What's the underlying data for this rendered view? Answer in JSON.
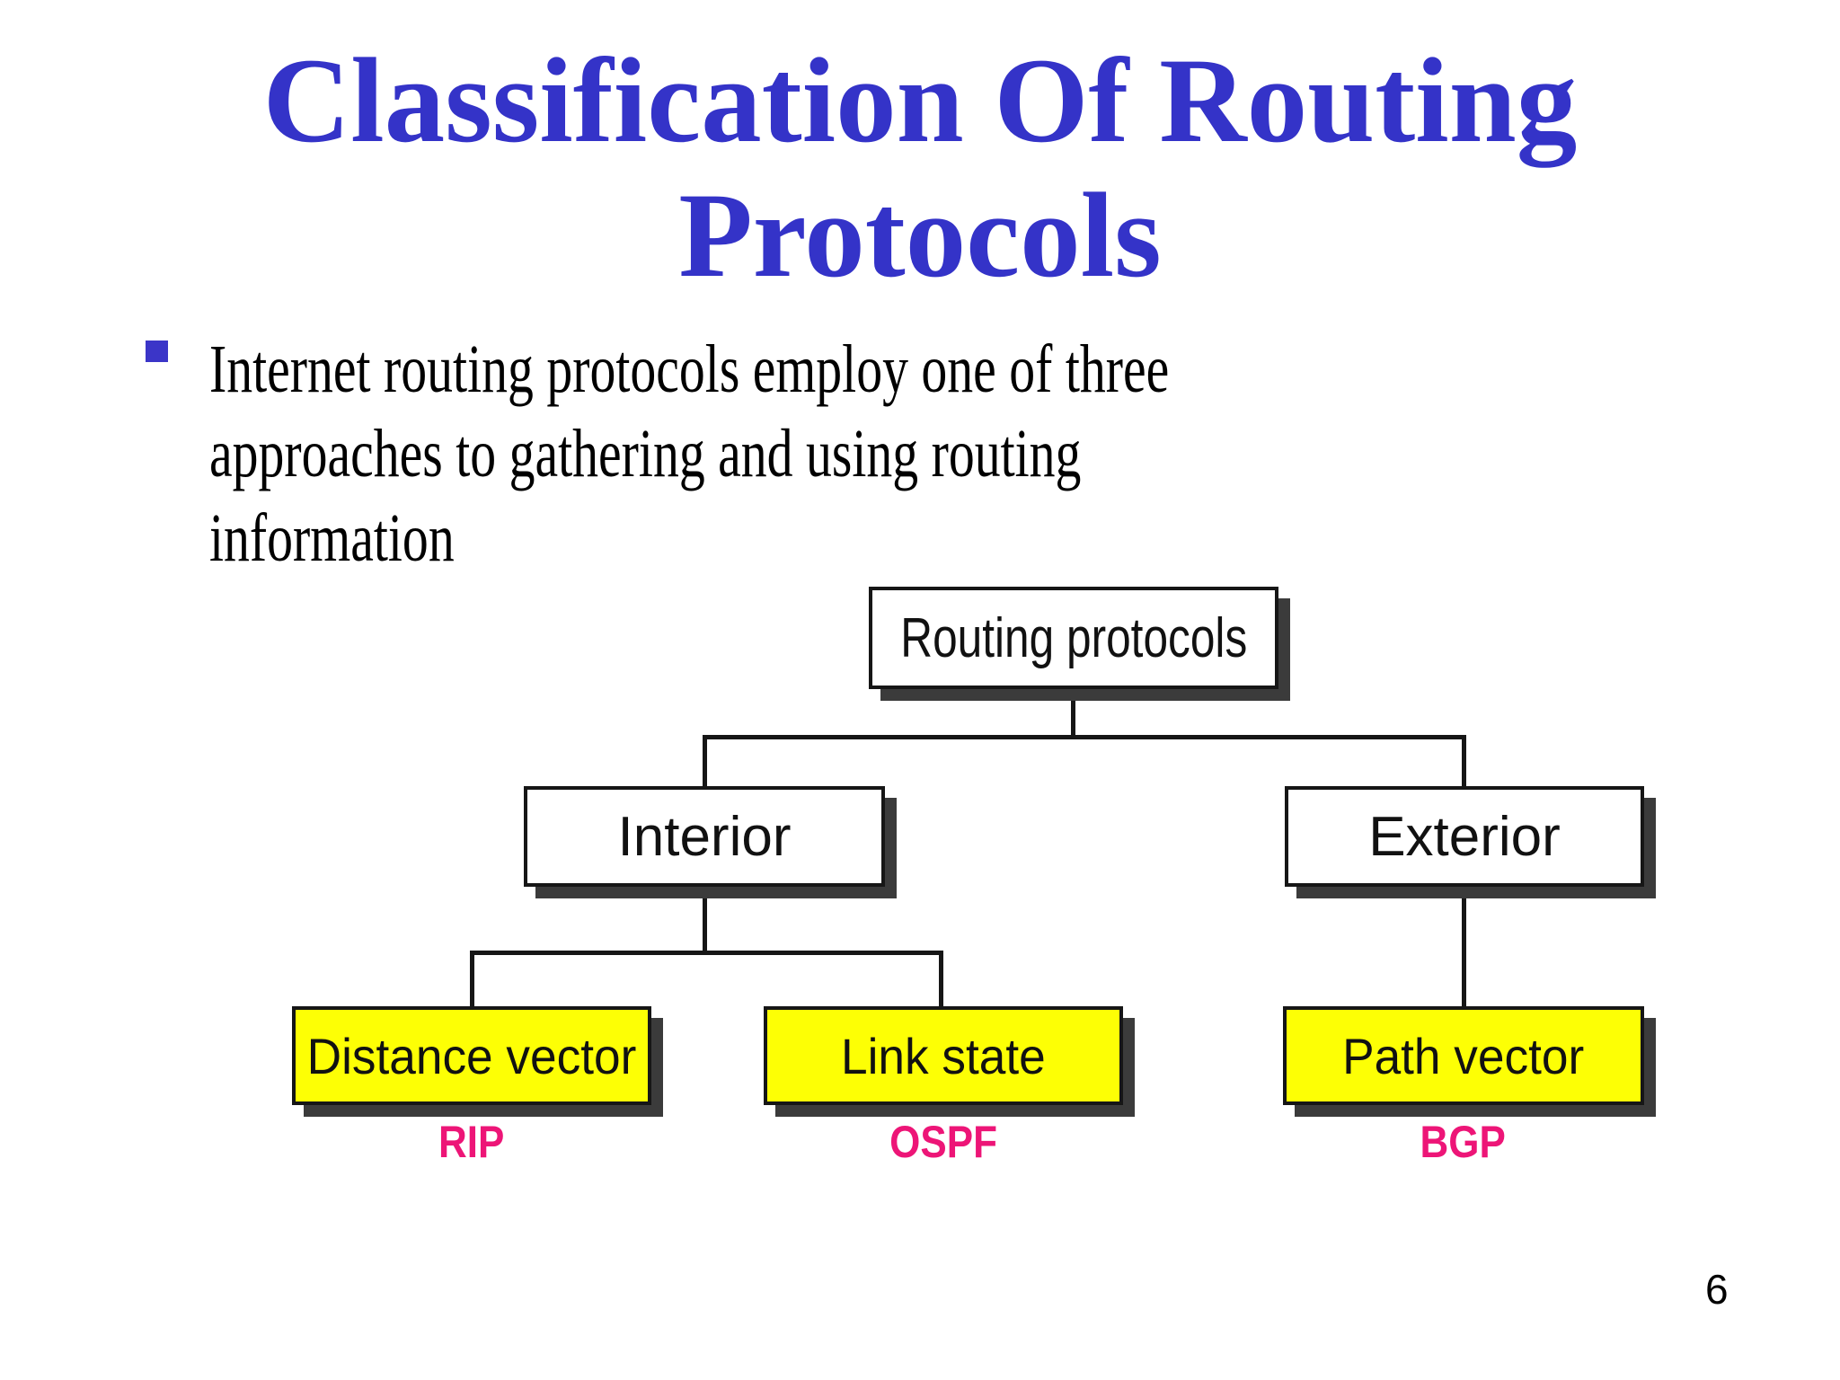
{
  "slide": {
    "title": {
      "lines": [
        "Classification Of Routing",
        "Protocols"
      ]
    },
    "bullet": {
      "marker": "square",
      "lines": [
        "Internet routing protocols employ one of three",
        "approaches to gathering and using routing",
        "information"
      ]
    },
    "page_number": "6"
  },
  "diagram": {
    "root": {
      "label": "Routing protocols"
    },
    "branches": [
      {
        "label": "Interior"
      },
      {
        "label": "Exterior"
      }
    ],
    "leaves": [
      {
        "label": "Distance vector",
        "protocol": "RIP",
        "parent": "Interior"
      },
      {
        "label": "Link state",
        "protocol": "OSPF",
        "parent": "Interior"
      },
      {
        "label": "Path vector",
        "protocol": "BGP",
        "parent": "Exterior"
      }
    ]
  },
  "colors": {
    "title_text": "#3433C8",
    "bullet_marker": "#3B35C8",
    "body_text": "#000000",
    "node_fill_white": "#FFFFFF",
    "node_fill_yellow": "#FDFF05",
    "node_border": "#161616",
    "node_shadow": "#3B3B3B",
    "connector": "#161616",
    "protocol_text": "#ED1577"
  }
}
